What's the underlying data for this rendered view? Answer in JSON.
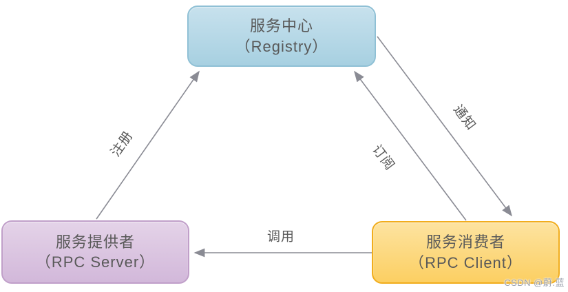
{
  "diagram": {
    "nodes": {
      "registry": {
        "title": "服务中心",
        "subtitle": "（Registry）"
      },
      "provider": {
        "title": "服务提供者",
        "subtitle": "（RPC Server）"
      },
      "consumer": {
        "title": "服务消费者",
        "subtitle": "（RPC Client）"
      }
    },
    "edges": {
      "register": {
        "label": "注册",
        "from": "provider",
        "to": "registry"
      },
      "subscribe": {
        "label": "订阅",
        "from": "consumer",
        "to": "registry"
      },
      "notify": {
        "label": "通知",
        "from": "registry",
        "to": "consumer"
      },
      "call": {
        "label": "调用",
        "from": "consumer",
        "to": "provider"
      }
    },
    "colors": {
      "registry_fill_top": "#c7e1ed",
      "registry_fill_bottom": "#a7d0e1",
      "registry_border": "#8fc0d5",
      "provider_fill_top": "#e4d3e8",
      "provider_fill_bottom": "#d2b8da",
      "provider_border": "#c09fc9",
      "consumer_fill_top": "#fde3a0",
      "consumer_fill_bottom": "#fccf62",
      "consumer_border": "#f1ad1d",
      "arrow": "#8a8b94",
      "text": "#595959"
    },
    "watermark": "CSDN @蔚.蓝"
  }
}
